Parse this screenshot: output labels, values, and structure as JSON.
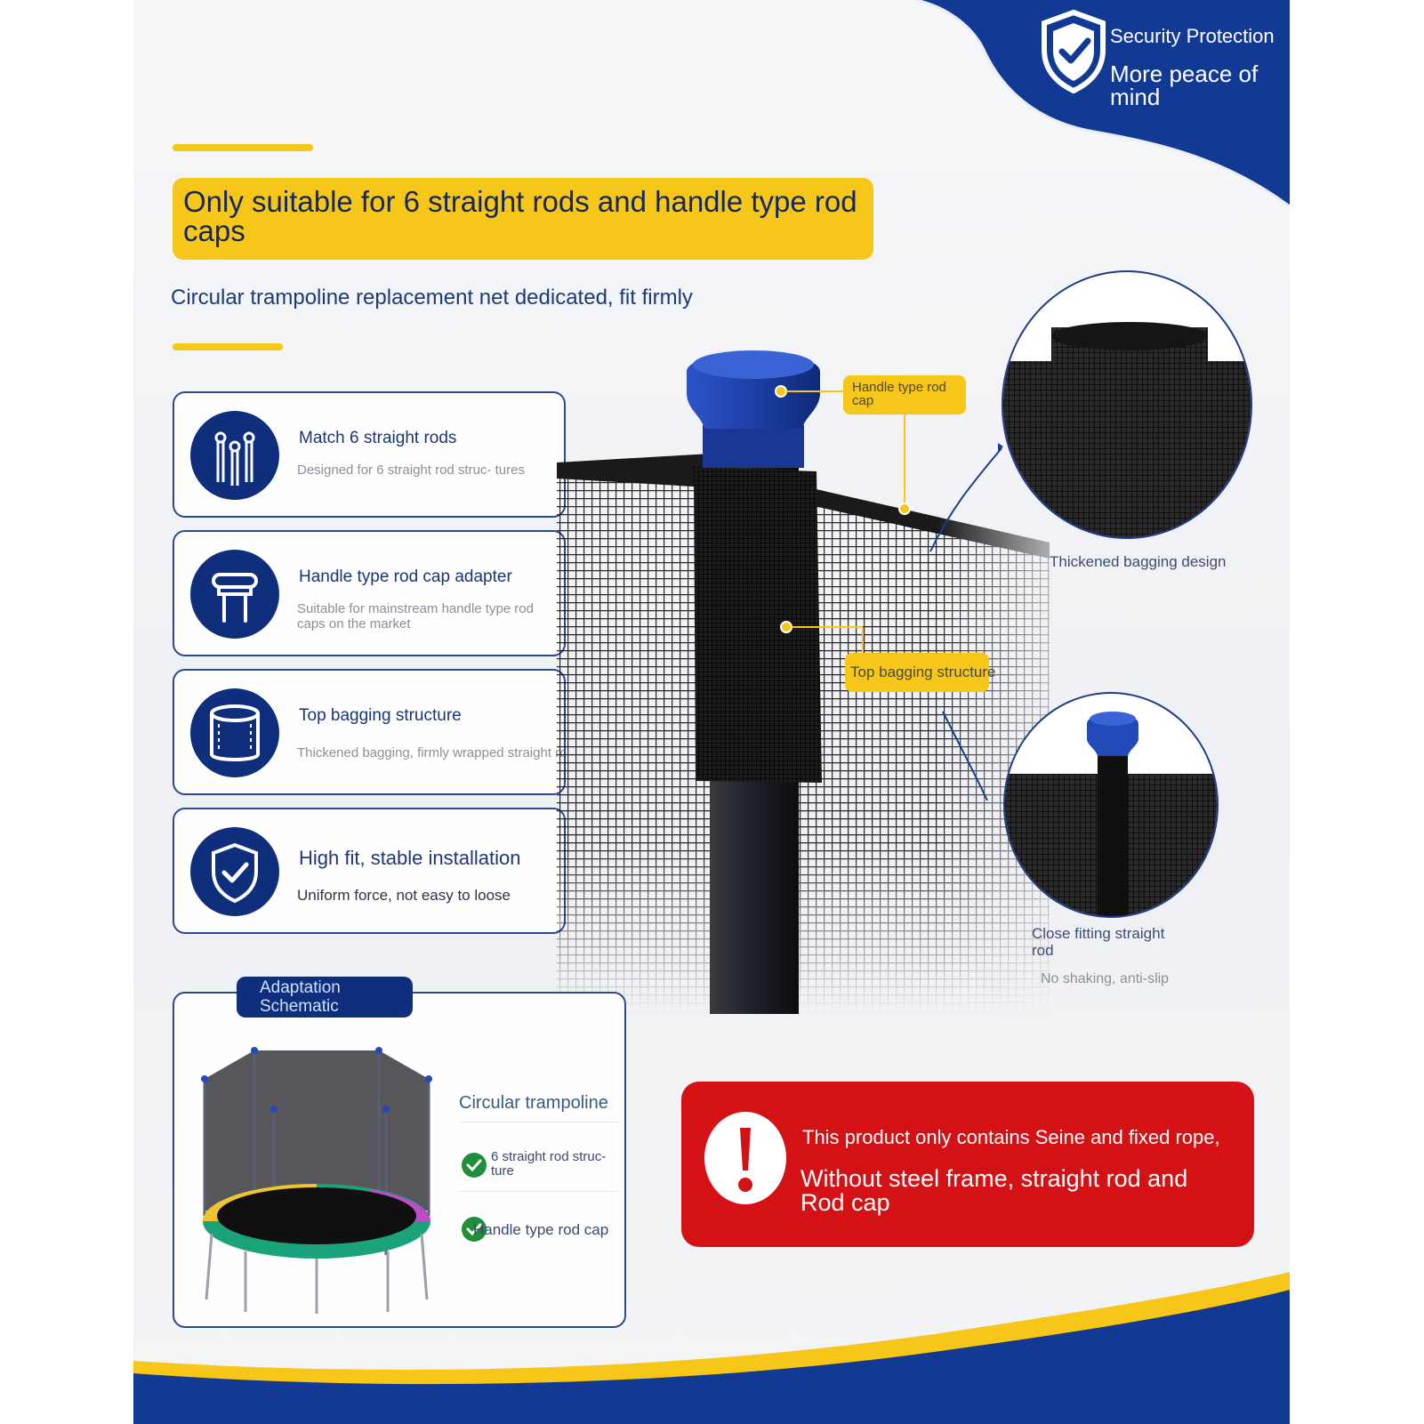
{
  "badge": {
    "title": "Security Protection",
    "subtitle": "More peace of mind",
    "icon": "shield-check-icon"
  },
  "headline": "Only suitable for 6 straight rods and handle type rod caps",
  "subheadline": "Circular trampoline replacement net dedicated, fit firmly",
  "features": [
    {
      "icon": "straight-rods-icon",
      "title": "Match 6 straight rods",
      "desc": "Designed for 6 straight rod struc- tures"
    },
    {
      "icon": "rod-cap-icon",
      "title": "Handle type rod cap adapter",
      "desc": "Suitable for mainstream handle type rod caps on the market"
    },
    {
      "icon": "bagging-icon",
      "title": "Top bagging structure",
      "desc": "Thickened bagging, firmly wrapped straight rod"
    },
    {
      "icon": "shield-check-icon",
      "title": "High fit, stable installation",
      "desc": "Uniform force, not easy to loose"
    }
  ],
  "callouts": {
    "rod_cap": "Handle type rod cap",
    "top_bagging": "Top bagging structure"
  },
  "details": {
    "thickened": "Thickened bagging design",
    "close_fit_title": "Close fitting straight rod",
    "close_fit_desc": "No shaking, anti-slip"
  },
  "schematic": {
    "tag": "Adaptation Schematic",
    "product": "Circular trampoline",
    "checks": [
      "6 straight rod struc- ture",
      "Handle type rod cap"
    ]
  },
  "warning": {
    "line1": "This product only contains Seine and fixed rope,",
    "line2": "Without steel frame, straight rod and Rod cap"
  },
  "colors": {
    "navy": "#0f2f7d",
    "yellow": "#f6c619",
    "red": "#d41216"
  }
}
